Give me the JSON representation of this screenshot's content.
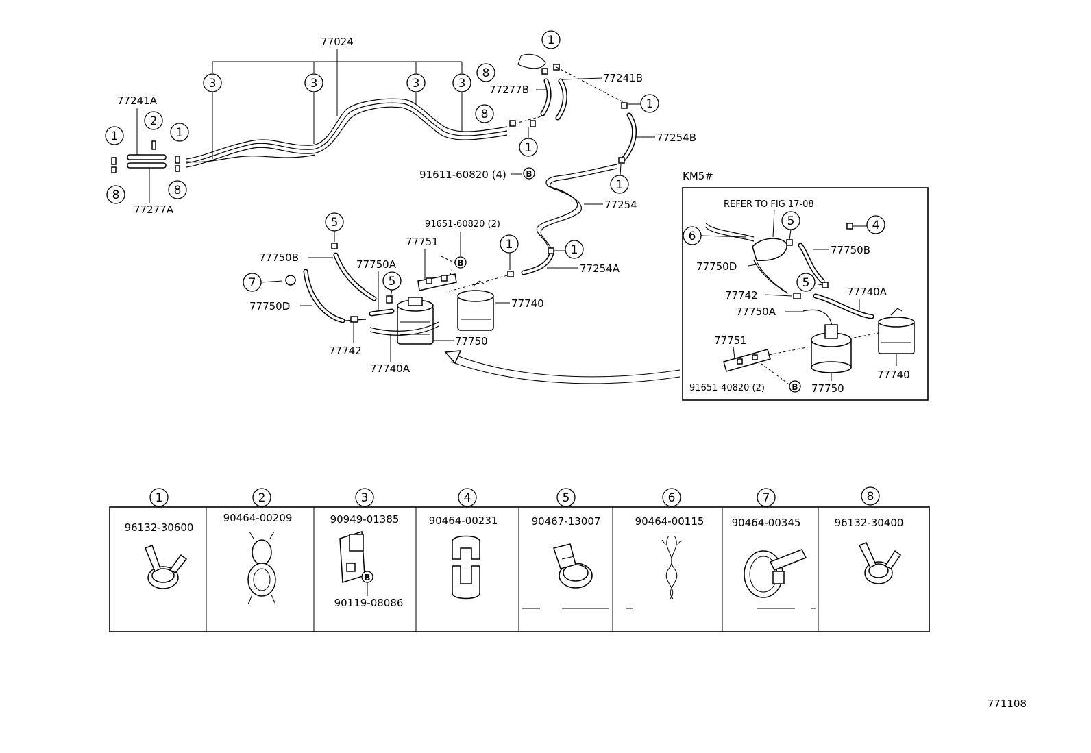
{
  "main_labels": {
    "l77024": "77024",
    "l77241A": "77241A",
    "l77277A": "77277A",
    "l77241B": "77241B",
    "l77277B": "77277B",
    "l77254B": "77254B",
    "l77254": "77254",
    "l77254A": "77254A",
    "l91611": "91611-60820 (4)",
    "l91651_60820": "91651-60820 (2)",
    "l77751": "77751",
    "l77750B": "77750B",
    "l77750A": "77750A",
    "l77750D": "77750D",
    "l77742": "77742",
    "l77740A": "77740A",
    "l77750": "77750",
    "l77740": "77740"
  },
  "inset": {
    "title": "KM5#",
    "refer": "REFER TO FIG 17-08",
    "l77750D": "77750D",
    "l77750B": "77750B",
    "l77742": "77742",
    "l77750A": "77750A",
    "l77740A": "77740A",
    "l77751": "77751",
    "l91651_40820": "91651-40820 (2)",
    "l77750": "77750",
    "l77740": "77740"
  },
  "ref_b": "B",
  "callouts": [
    "1",
    "2",
    "3",
    "4",
    "5",
    "6",
    "7",
    "8"
  ],
  "parts_table": [
    {
      "num": "1",
      "part": "96132-30600"
    },
    {
      "num": "2",
      "part": "90464-00209"
    },
    {
      "num": "3",
      "part": "90949-01385",
      "sub_part": "90119-08086"
    },
    {
      "num": "4",
      "part": "90464-00231"
    },
    {
      "num": "5",
      "part": "90467-13007"
    },
    {
      "num": "6",
      "part": "90464-00115"
    },
    {
      "num": "7",
      "part": "90464-00345"
    },
    {
      "num": "8",
      "part": "96132-30400"
    }
  ],
  "figure_id": "771108"
}
